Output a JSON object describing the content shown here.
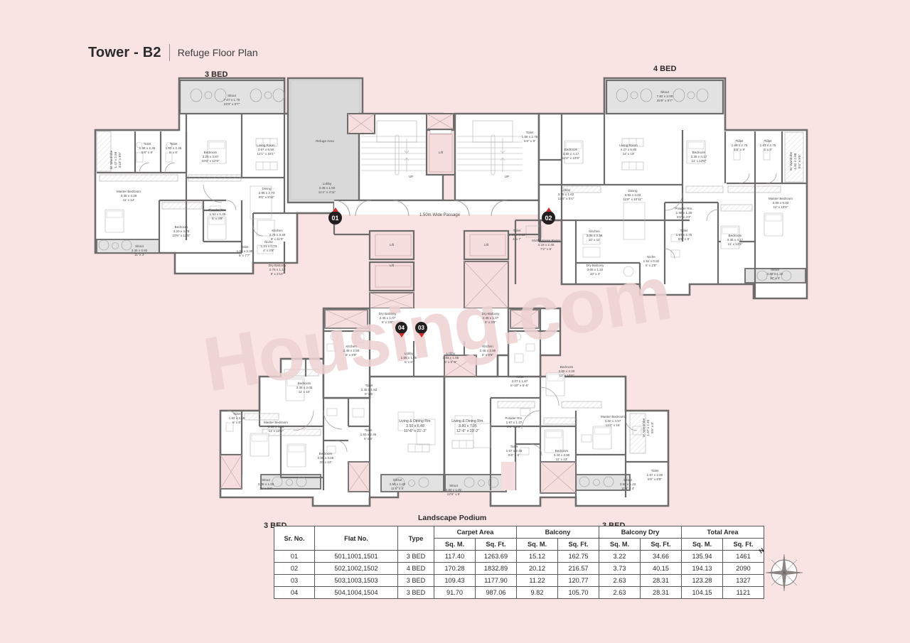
{
  "title": {
    "main": "Tower - B2",
    "sub": "Refuge Floor Plan"
  },
  "watermark": "Housing.com",
  "captions": {
    "bed_top_left": "3 BED",
    "bed_top_right": "4 BED",
    "bed_bottom_left": "3 BED",
    "bed_bottom_right": "3 BED",
    "podium": "Landscape Podium",
    "passage": "1.50m Wide Passage",
    "compass_north": "N"
  },
  "markers": [
    {
      "id": "01",
      "label": "01"
    },
    {
      "id": "02",
      "label": "02"
    },
    {
      "id": "03",
      "label": "03"
    },
    {
      "id": "04",
      "label": "04"
    }
  ],
  "rooms": {
    "unit01": [
      {
        "name": "Sitout",
        "m": "7.07 x 1.70",
        "ft": "23'3\" x 5'7\""
      },
      {
        "name": "Toilet",
        "m": "1.68 x 2.45",
        "ft": "5'6\" x 8'"
      },
      {
        "name": "Toilet",
        "m": "1.53 x 2.45",
        "ft": "5' x 8'"
      },
      {
        "name": "W. Wardrobe",
        "m": "1.47 x 2.58",
        "ft": "4'10\" x 8'5\""
      },
      {
        "name": "Bedroom",
        "m": "3.20 x 3.87",
        "ft": "10'6\" x 12'9\""
      },
      {
        "name": "Living Room",
        "m": "3.67 x 5.50",
        "ft": "12'1\" x 18'1\""
      },
      {
        "name": "Master Bedroom",
        "m": "3.35 x 4.28",
        "ft": "11' x 14'"
      },
      {
        "name": "Bedroom",
        "m": "3.20 x 3.78",
        "ft": "10'6\" x 12'5\""
      },
      {
        "name": "Powder Rm.",
        "m": "1.53 x 1.45",
        "ft": "5' x 4'9\""
      },
      {
        "name": "Toilet",
        "m": "1.53 x 2.30",
        "ft": "5' x 7'7\""
      },
      {
        "name": "Sitout",
        "m": "3.35 x 0.92",
        "ft": "11' x 3'"
      },
      {
        "name": "Dining",
        "m": "2.95 x 2.73",
        "ft": "9'8\" x 8'11\""
      },
      {
        "name": "Niche",
        "m": "1.21 x 0.73",
        "ft": "4' x 2'5\""
      },
      {
        "name": "Kitchen",
        "m": "2.75 x 3.48",
        "ft": "9' x 11'5\""
      },
      {
        "name": "Dry Balcony",
        "m": "2.75 x 1.17",
        "ft": "9' x 3'10\""
      },
      {
        "name": "Lobby",
        "m": "3.45 x 1.50",
        "ft": "11'4\" x 4'11\""
      }
    ],
    "unit02": [
      {
        "name": "Sitout",
        "m": "7.82 x 2.00",
        "ft": "25'8\" x 6'7\""
      },
      {
        "name": "Living Room",
        "m": "4.27 x 5.80",
        "ft": "14' x 19'"
      },
      {
        "name": "Bedroom",
        "m": "3.55 x 4.17",
        "ft": "11'8\" x 13'8\""
      },
      {
        "name": "Bedroom",
        "m": "3.35 x 4.17",
        "ft": "11' x 13'8\""
      },
      {
        "name": "Toilet",
        "m": "1.68 x 2.75",
        "ft": "5'6\" x 9'"
      },
      {
        "name": "Toilet",
        "m": "1.83 x 2.75",
        "ft": "6' x 9'"
      },
      {
        "name": "W. Wardrobe",
        "m": "1.62 x 2.88",
        "ft": "5'4\" x 9'5\""
      },
      {
        "name": "Master Bedroom",
        "m": "3.65 x 5.02",
        "ft": "12' x 16'6\""
      },
      {
        "name": "Dining",
        "m": "3.55 x 3.33",
        "ft": "11'8\" x 10'11\""
      },
      {
        "name": "Powder Rm.",
        "m": "1.68 x 1.30",
        "ft": "5'6\" x 4'3\""
      },
      {
        "name": "Toilet",
        "m": "1.67 x 2.75",
        "ft": "5'6\" x 9'"
      },
      {
        "name": "Bedroom",
        "m": "3.35 x 4.17",
        "ft": "11' x 13'8\""
      },
      {
        "name": "Sitout",
        "m": "3.65 x 1.22",
        "ft": "12' x 4'"
      },
      {
        "name": "Kitchen",
        "m": "3.05 x 3.35",
        "ft": "10' x 11'"
      },
      {
        "name": "Dry Balcony",
        "m": "3.05 x 1.22",
        "ft": "10' x 4'"
      },
      {
        "name": "Niche",
        "m": "1.52 x 0.82",
        "ft": "5' x 2'8\""
      },
      {
        "name": "Lobby",
        "m": "3.75 x 1.62",
        "ft": "12'4\" x 5'4\""
      },
      {
        "name": "Toilet",
        "m": "1.68 x 2.75",
        "ft": "5'6\" x 9'"
      },
      {
        "name": "Toilet",
        "m": "1.23 x 2.13",
        "ft": "4' x 7'"
      },
      {
        "name": "Multipurpose Room",
        "m": "2.18 x 2.45",
        "ft": "7'2\" x 8'"
      }
    ],
    "unit03": [
      {
        "name": "Bedroom",
        "m": "3.65 x 3.20",
        "ft": "12' x 10'6\""
      },
      {
        "name": "Toilet",
        "m": "2.07 x 1.67",
        "ft": "6'-10\" x 5'-6\""
      },
      {
        "name": "Master Bedroom",
        "m": "3.50 x 4.57",
        "ft": "11'6\" x 15'"
      },
      {
        "name": "W. Wardrobe",
        "m": "1.67 x 2.45",
        "ft": "5'6\" x 8'"
      },
      {
        "name": "Living & Dining Rm.",
        "m": "3.80 x 7.05",
        "ft": "12'-6\" x 23'-2\""
      },
      {
        "name": "Powder Rm.",
        "m": "1.67 x 1.37",
        "ft": "5'6\" x 4'6\""
      },
      {
        "name": "Toilet",
        "m": "1.67 x 2.45",
        "ft": "5'6\" x 8'"
      },
      {
        "name": "Bedroom",
        "m": "3.34 x 3.95",
        "ft": "11' x 13'"
      },
      {
        "name": "Sitout",
        "m": "3.80 x 1.82",
        "ft": "12'6\" x 6'"
      },
      {
        "name": "Sitout",
        "m": "3.50 x 1.22",
        "ft": "11'6\" x 4'"
      },
      {
        "name": "Toilet",
        "m": "1.67 x 2.60",
        "ft": "5'6\" x 8'6\""
      },
      {
        "name": "Kitchen",
        "m": "2.45 x 2.90",
        "ft": "8' x 9'6\""
      },
      {
        "name": "Dry Balcony",
        "m": "2.45 x 1.07",
        "ft": "8' x 3'6\""
      },
      {
        "name": "Lobby",
        "m": "1.53 x 1.65",
        "ft": "5' x 5'-6\""
      }
    ],
    "unit04": [
      {
        "name": "Bedroom",
        "m": "3.35 x 3.05",
        "ft": "11' x 10'"
      },
      {
        "name": "Toilet",
        "m": "2.45 x 1.52",
        "ft": "8' x 5'"
      },
      {
        "name": "Master Bedroom",
        "m": "3.35 x 4.13",
        "ft": "11' x 13'6\""
      },
      {
        "name": "Toilet",
        "m": "1.52 x 2.45",
        "ft": "5' x 8'"
      },
      {
        "name": "Bedroom",
        "m": "3.05 x 3.65",
        "ft": "10' x 12'"
      },
      {
        "name": "Toilet",
        "m": "1.53 x 2.45",
        "ft": "5' x 8'"
      },
      {
        "name": "Living & Dining Rm.",
        "m": "3.50 x 6.48",
        "ft": "11'-6\" x 21'-3\""
      },
      {
        "name": "Sitout",
        "m": "3.35 x 1.03",
        "ft": "11' x 3'4\""
      },
      {
        "name": "SitOut",
        "m": "3.50 x 1.82",
        "ft": "11'6\" x 6'"
      },
      {
        "name": "Kitchen",
        "m": "2.45 x 2.90",
        "ft": "8' x 9'6\""
      },
      {
        "name": "Dry Balcony",
        "m": "2.45 x 1.07",
        "ft": "8' x 3'6\""
      },
      {
        "name": "Lobby",
        "m": "1.55 x 1.85",
        "ft": "5' x 6'"
      }
    ],
    "core": [
      {
        "name": "Refuge Area",
        "m": "",
        "ft": ""
      },
      {
        "name": "Lift",
        "m": "",
        "ft": ""
      },
      {
        "name": "UP",
        "m": "",
        "ft": ""
      }
    ]
  },
  "table": {
    "group_headers": [
      "Sr. No.",
      "Flat No.",
      "Type",
      "Carpet Area",
      "Balcony",
      "Balcony Dry",
      "Total Area"
    ],
    "sub_headers": [
      "Sq. M.",
      "Sq. Ft.",
      "Sq. M.",
      "Sq. Ft.",
      "Sq. M.",
      "Sq. Ft.",
      "Sq. M.",
      "Sq. Ft."
    ],
    "rows": [
      {
        "sr": "01",
        "flat": "501,1001,1501",
        "type": "3 BED",
        "carpet_sqm": "117.40",
        "carpet_sqft": "1263.69",
        "balcony_sqm": "15.12",
        "balcony_sqft": "162.75",
        "drybal_sqm": "3.22",
        "drybal_sqft": "34.66",
        "total_sqm": "135.94",
        "total_sqft": "1461"
      },
      {
        "sr": "02",
        "flat": "502,1002,1502",
        "type": "4 BED",
        "carpet_sqm": "170.28",
        "carpet_sqft": "1832.89",
        "balcony_sqm": "20.12",
        "balcony_sqft": "216.57",
        "drybal_sqm": "3.73",
        "drybal_sqft": "40.15",
        "total_sqm": "194.13",
        "total_sqft": "2090"
      },
      {
        "sr": "03",
        "flat": "503,1003,1503",
        "type": "3 BED",
        "carpet_sqm": "109.43",
        "carpet_sqft": "1177.90",
        "balcony_sqm": "11.22",
        "balcony_sqft": "120.77",
        "drybal_sqm": "2.63",
        "drybal_sqft": "28.31",
        "total_sqm": "123.28",
        "total_sqft": "1327"
      },
      {
        "sr": "04",
        "flat": "504,1004,1504",
        "type": "3 BED",
        "carpet_sqm": "91.70",
        "carpet_sqft": "987.06",
        "balcony_sqm": "9.82",
        "balcony_sqft": "105.70",
        "drybal_sqm": "2.63",
        "drybal_sqft": "28.31",
        "total_sqm": "104.15",
        "total_sqft": "1121"
      }
    ]
  },
  "colors": {
    "background": "#f9e3e3",
    "wall": "#6e6b6b",
    "room_fill": "#ffffff",
    "balcony_fill": "#e2e2e2",
    "shaft_fill": "#f6dede",
    "refuge_fill": "#d9d9d9",
    "marker": "#231f20",
    "marker_arrow": "#cf2b2b"
  }
}
